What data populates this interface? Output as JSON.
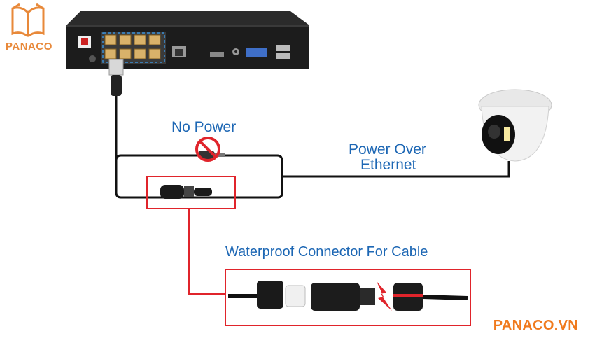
{
  "brand": {
    "logo_text": "PANACO",
    "watermark": "PANACO.VN",
    "accent": "#f07a1d"
  },
  "labels": {
    "no_power": "No Power",
    "poe_line1": "Power Over",
    "poe_line2": "Ethernet",
    "waterproof": "Waterproof Connector For Cable"
  },
  "colors": {
    "label_text": "#1d67b4",
    "highlight": "#e0242b",
    "cable": "#111111"
  },
  "icons": {
    "logo": "open-book-icon",
    "no_power": "no-power-prohibited-icon",
    "nvr": "nvr-device-icon",
    "camera": "dome-camera-icon"
  }
}
